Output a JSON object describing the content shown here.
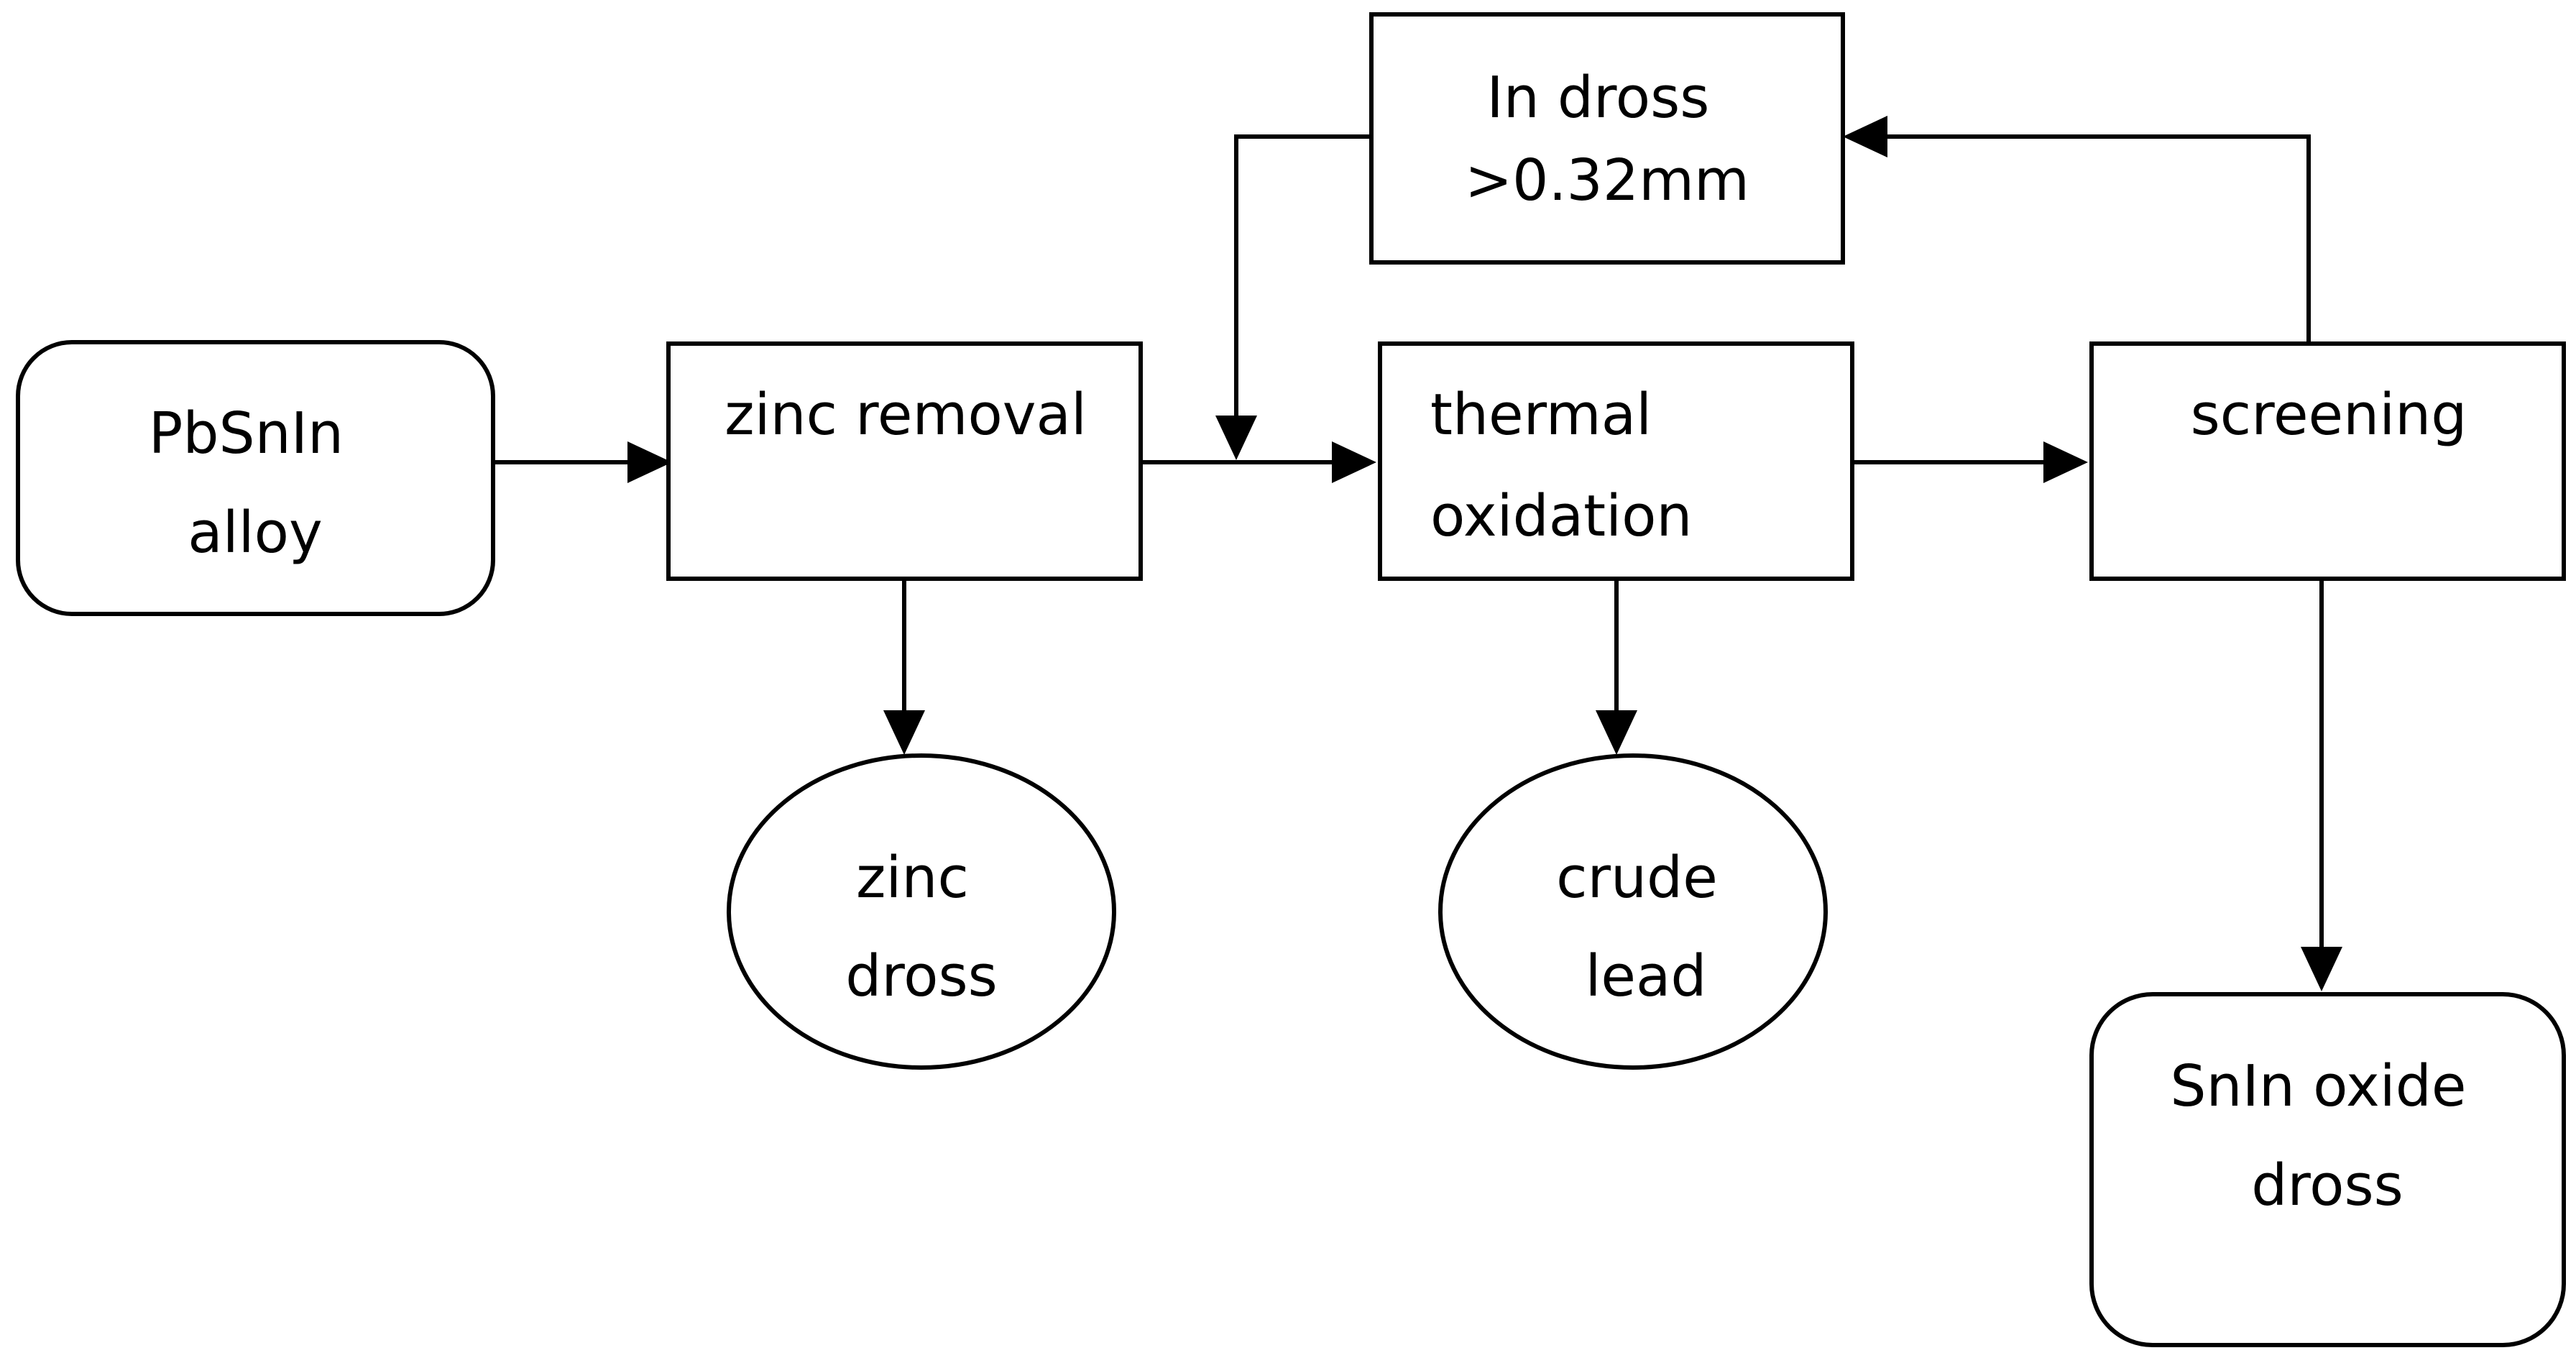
{
  "nodes": {
    "alloy": {
      "lines": [
        "PbSnIn",
        "alloy"
      ]
    },
    "zinc_removal": {
      "lines": [
        "zinc removal"
      ]
    },
    "thermal_oxidation": {
      "lines": [
        "thermal",
        "oxidation"
      ]
    },
    "screening": {
      "lines": [
        "screening"
      ]
    },
    "in_dross": {
      "lines": [
        "In dross",
        ">0.32mm"
      ]
    },
    "zinc_dross": {
      "lines": [
        "zinc",
        "dross"
      ]
    },
    "crude_lead": {
      "lines": [
        "crude",
        "lead"
      ]
    },
    "snin_oxide_dross": {
      "lines": [
        "SnIn oxide",
        "dross"
      ]
    }
  }
}
